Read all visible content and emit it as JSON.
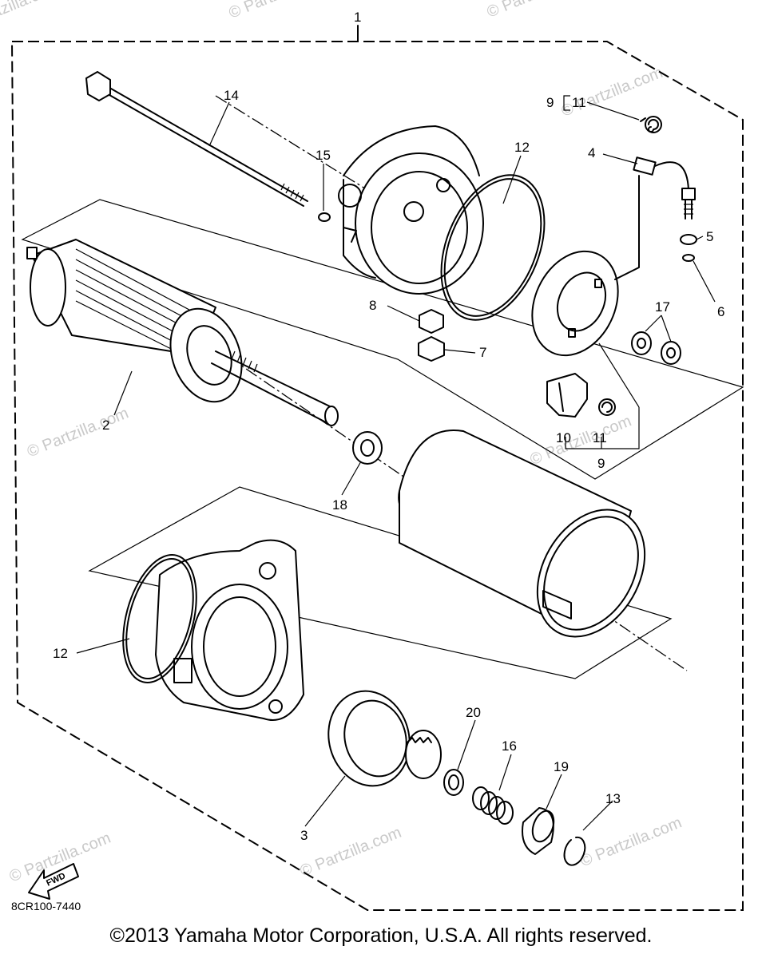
{
  "labels": {
    "l1": "1",
    "l2": "2",
    "l3": "3",
    "l4": "4",
    "l5": "5",
    "l6": "6",
    "l7": "7",
    "l8": "8",
    "l9a": "9",
    "l9b": "9",
    "l10": "10",
    "l11a": "11",
    "l11b": "11",
    "l12a": "12",
    "l12b": "12",
    "l13": "13",
    "l14": "14",
    "l15": "15",
    "l16": "16",
    "l17": "17",
    "l18": "18",
    "l19": "19",
    "l20": "20"
  },
  "fwd_text": "FWD",
  "diagram_code": "8CR100-7440",
  "copyright": "©2013 Yamaha Motor Corporation, U.S.A. All rights reserved.",
  "watermarks": {
    "w1": "© Partzilla.com",
    "w2": "© Partzilla.com",
    "w3": "© Partzilla.com",
    "w4": "© Partzilla.com",
    "w5": "© Partzilla.com",
    "w6": "© Partzilla.com",
    "w7": "© Partzilla.com",
    "w8": "© Partzilla.com",
    "w9": "© Partzilla.com"
  },
  "colors": {
    "line": "#000000",
    "watermark": "#c9c9c9",
    "background": "#ffffff"
  }
}
